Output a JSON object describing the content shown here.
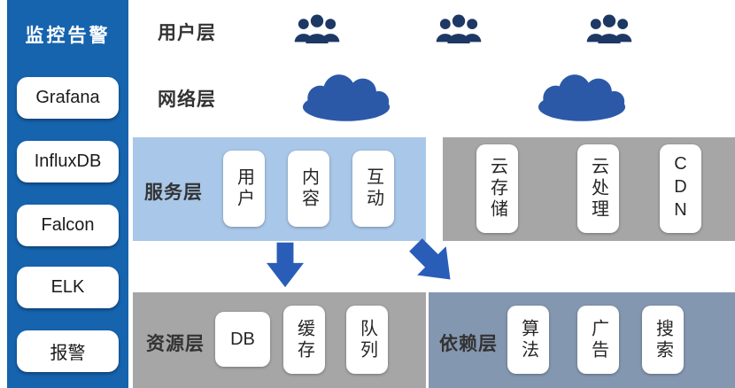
{
  "sidebar": {
    "title": "监控告警",
    "items": [
      "Grafana",
      "InfluxDB",
      "Falcon",
      "ELK",
      "报警"
    ]
  },
  "layers": {
    "user": {
      "label": "用户层"
    },
    "network": {
      "label": "网络层"
    },
    "service": {
      "label": "服务层",
      "boxes": [
        "用户",
        "内容",
        "互动"
      ],
      "cloud_boxes": [
        "云存储",
        "云处理",
        "CDN"
      ]
    },
    "resource": {
      "label": "资源层",
      "boxes": [
        "DB",
        "缓存",
        "队列"
      ]
    },
    "dependency": {
      "label": "依赖层",
      "boxes": [
        "算法",
        "广告",
        "搜索"
      ]
    }
  },
  "colors": {
    "sidebar_blue": "#1663ae",
    "service_band": "#a9c7e8",
    "gray_band": "#a6a6a6",
    "dependency_band": "#8497b0",
    "cloud_blue": "#2b59a8",
    "arrow_blue": "#2a5db8",
    "people_navy": "#1d3864"
  },
  "icons": {
    "users": "users-group-icon",
    "cloud": "cloud-icon",
    "down_arrow": "down-arrow-icon",
    "diagonal_arrow": "down-right-arrow-icon"
  }
}
